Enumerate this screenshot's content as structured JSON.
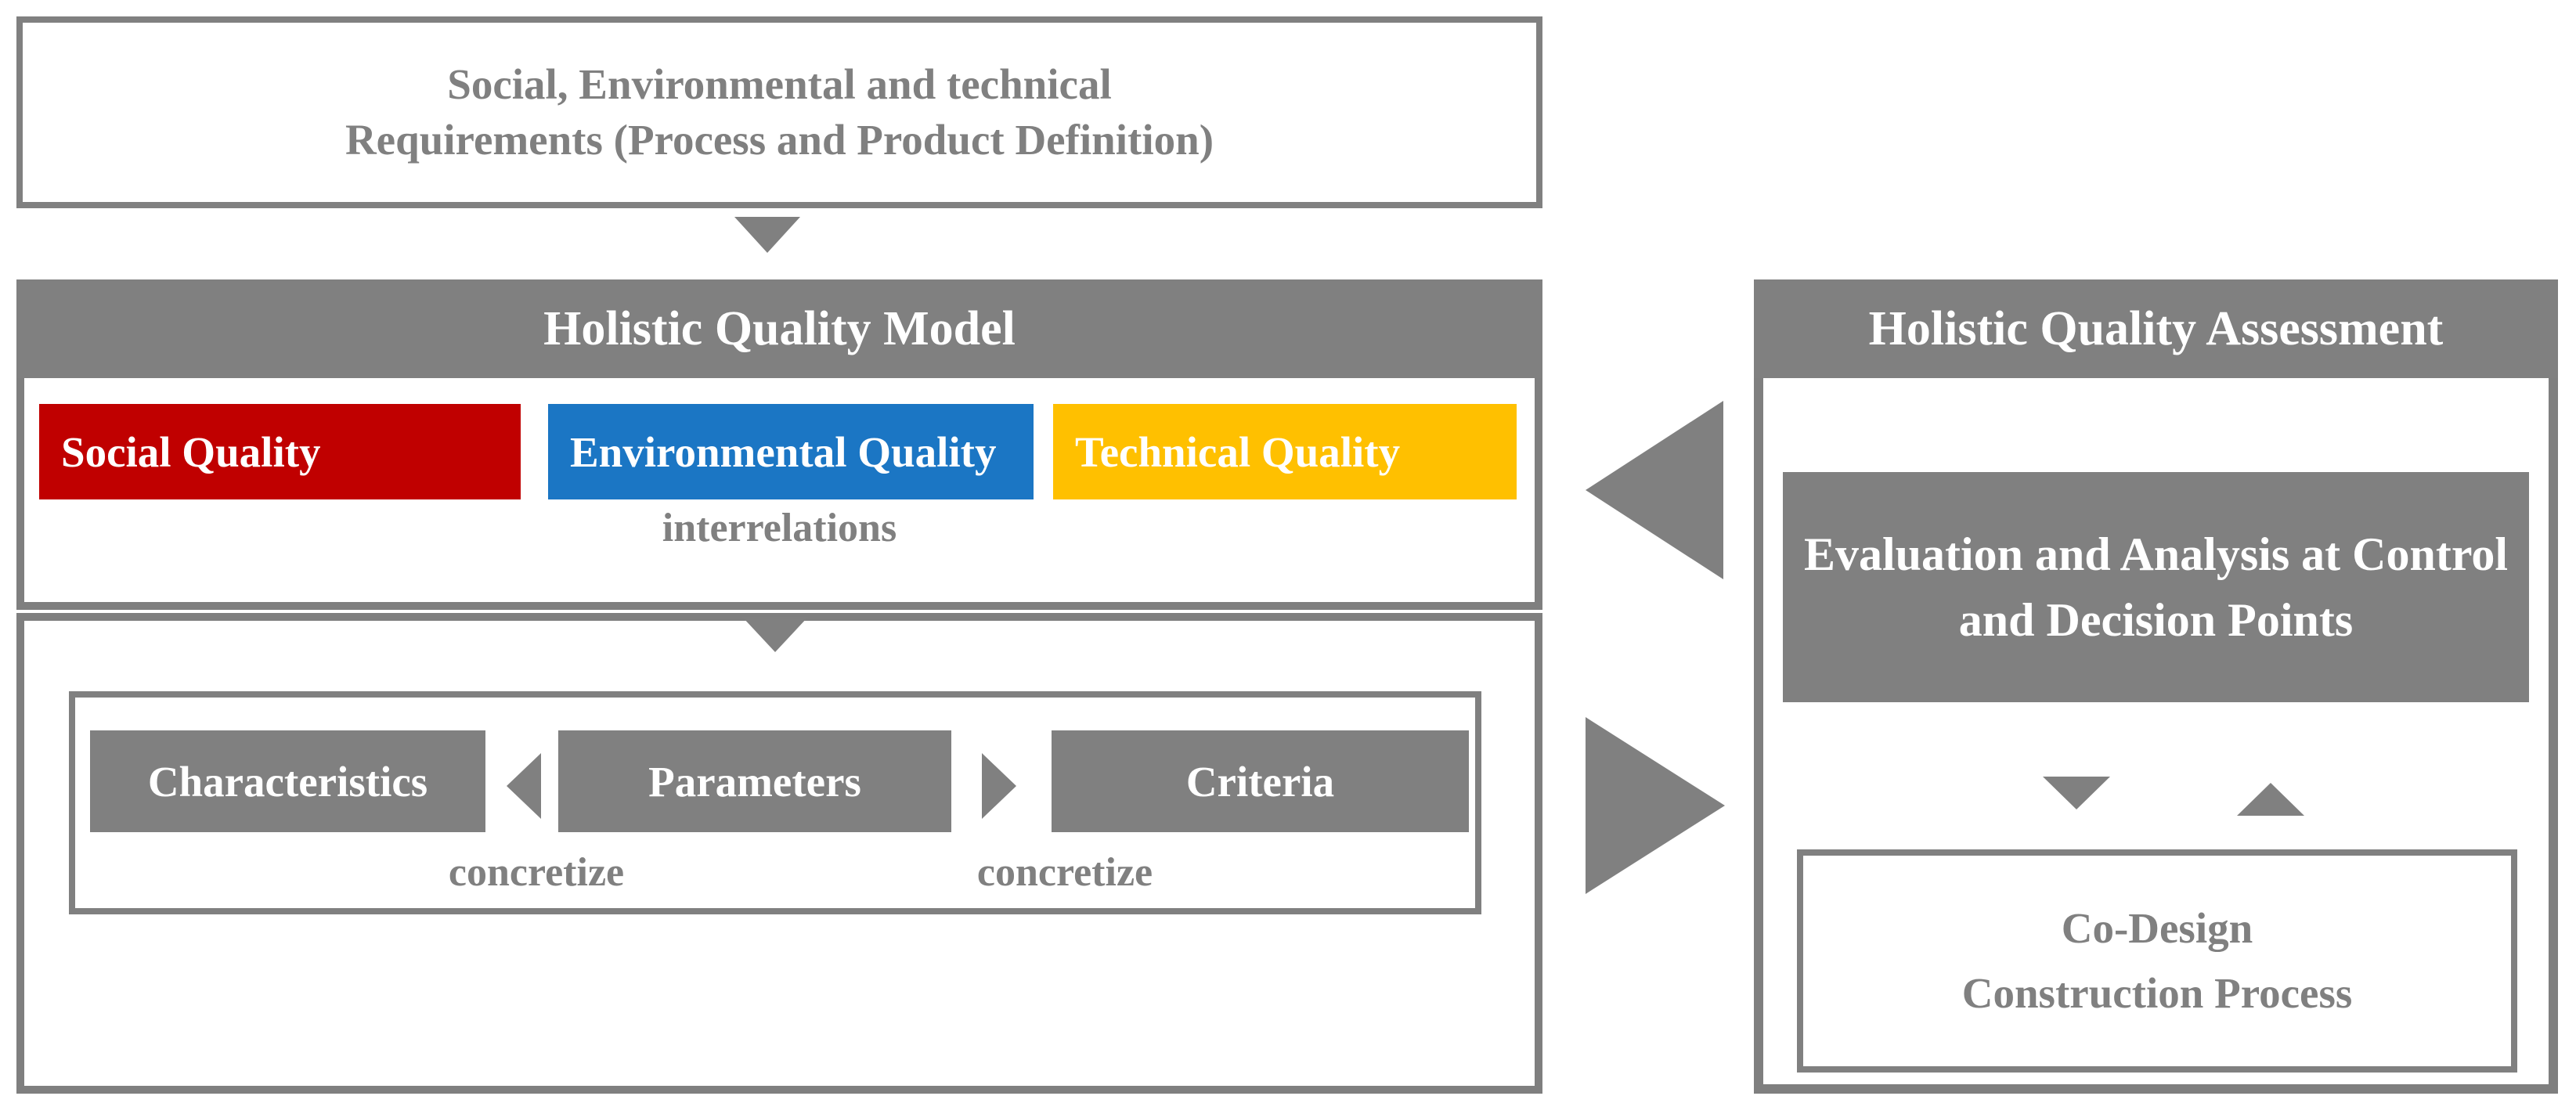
{
  "colors": {
    "gray": "#808080",
    "border_gray": "#7f7f7f",
    "red": "#C00000",
    "blue": "#1B76C4",
    "yellow": "#FFC000",
    "text_gray": "#808080",
    "white": "#ffffff"
  },
  "requirements_box": {
    "line1": "Social, Environmental and technical",
    "line2": "Requirements (Process and Product Definition)"
  },
  "model_panel": {
    "header": "Holistic Quality Model",
    "qualities": [
      {
        "label": "Social Quality",
        "color": "#C00000"
      },
      {
        "label": "Environmental Quality",
        "color": "#1B76C4"
      },
      {
        "label": "Technical Quality",
        "color": "#FFC000"
      }
    ],
    "interrelations_label": "interrelations"
  },
  "concretization_panel": {
    "characteristics_label": "Characteristics",
    "parameters_label": "Parameters",
    "criteria_label": "Criteria",
    "concretize_left_label": "concretize",
    "concretize_right_label": "concretize"
  },
  "assessment_panel": {
    "header": "Holistic Quality Assessment",
    "evaluation_box": {
      "line1": "Evaluation and Analysis at Control",
      "line2": "and Decision Points"
    },
    "codesign_box": {
      "line1": "Co-Design",
      "line2": "Construction Process"
    }
  }
}
